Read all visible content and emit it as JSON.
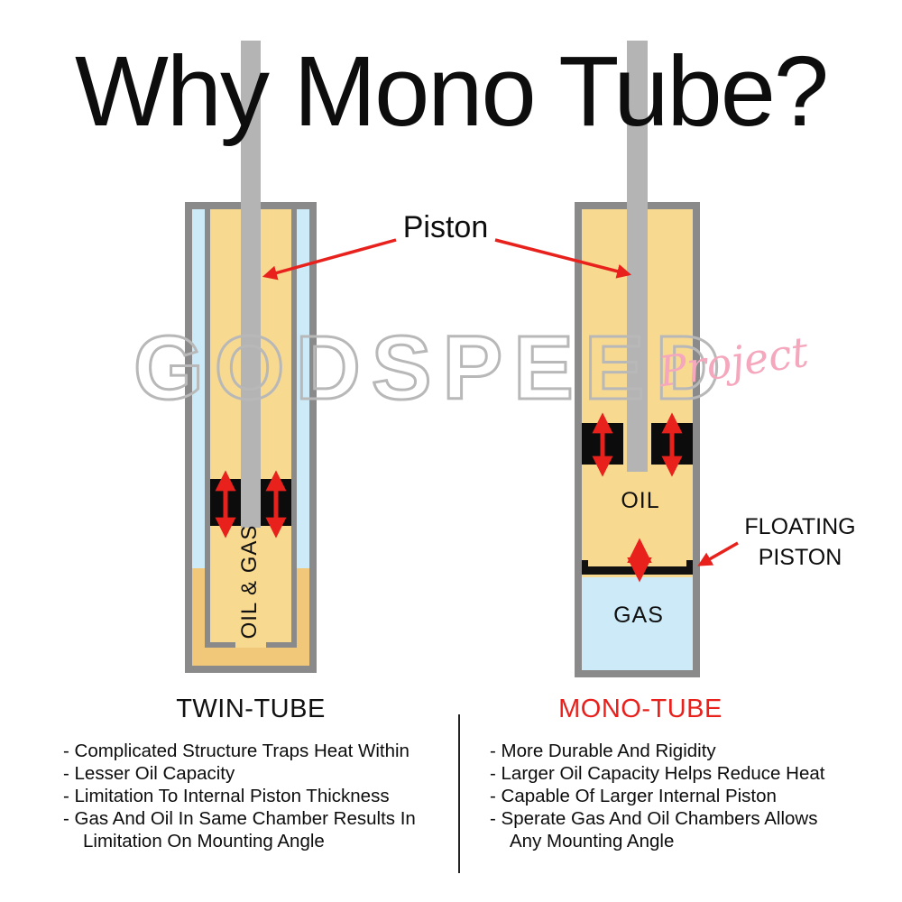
{
  "title": "Why Mono Tube?",
  "watermark": {
    "main": "GODSPEED",
    "sub": "Project"
  },
  "callouts": {
    "piston": "Piston",
    "floating_piston": [
      "FLOATING",
      "PISTON"
    ]
  },
  "twin_tube": {
    "name": "TWIN-TUBE",
    "chamber_label": "OIL & GAS",
    "points": [
      "- Complicated Structure Traps Heat Within",
      "- Lesser Oil Capacity",
      "- Limitation To Internal Piston Thickness",
      "- Gas And Oil In Same Chamber Results In\nLimitation On Mounting Angle"
    ]
  },
  "mono_tube": {
    "name": "MONO-TUBE",
    "oil_label": "OIL",
    "gas_label": "GAS",
    "points": [
      "- More Durable And Rigidity",
      "- Larger Oil Capacity Helps Reduce Heat",
      "- Capable Of Larger Internal Piston",
      "- Sperate Gas And Oil Chambers Allows\nAny Mounting Angle"
    ]
  },
  "colors": {
    "accent_red": "#e8211d",
    "oil_tan": "#f7d990",
    "oil_tan_dark": "#f1c87a",
    "gas_blue": "#cdeaf8",
    "tube_gray": "#8a8a8a",
    "rod_gray": "#b4b4b4",
    "watermark_gray": "#b8b8b8",
    "watermark_pink": "#f5a8bd"
  }
}
